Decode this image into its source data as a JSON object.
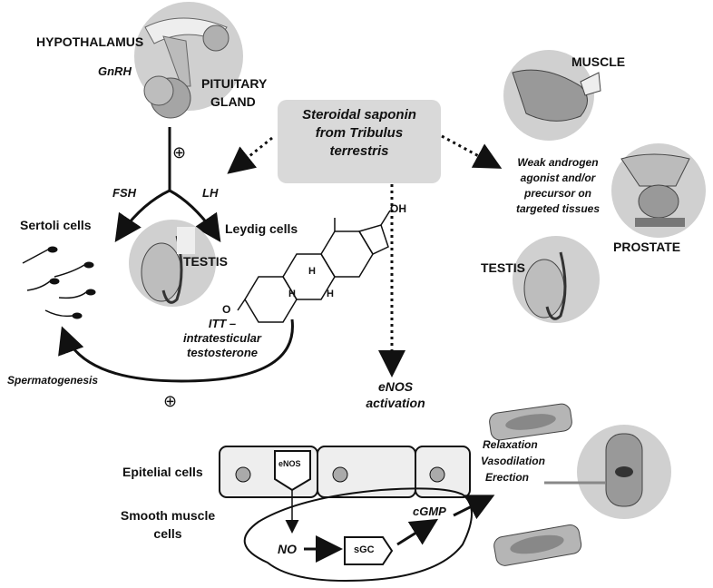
{
  "labels": {
    "hypothalamus": "HYPOTHALAMUS",
    "gnrh": "GnRH",
    "pituitary": "PITUITARY",
    "gland": "GLAND",
    "plus_top": "⊕",
    "fsh": "FSH",
    "lh": "LH",
    "sertoli": "Sertoli cells",
    "leydig": "Leydig cells",
    "testis_left": "TESTIS",
    "itt_line1": "ITT –",
    "itt_line2": "intratesticular",
    "itt_line3": "testosterone",
    "spermatogenesis": "Spermatogenesis",
    "plus_bottom": "⊕",
    "saponin_line1": "Steroidal saponin",
    "saponin_line2": "from Tribulus",
    "saponin_line3": "terrestris",
    "muscle": "MUSCLE",
    "weak_line1": "Weak androgen",
    "weak_line2": "agonist and/or",
    "weak_line3": "precursor on",
    "weak_line4": "targeted tissues",
    "prostate": "PROSTATE",
    "testis_right": "TESTIS",
    "enos_line1": "eNOS",
    "enos_line2": "activation",
    "epitelial": "Epitelial cells",
    "smooth_line1": "Smooth muscle",
    "smooth_line2": "cells",
    "enos_tag": "eNOS",
    "no": "NO",
    "sgc": "sGC",
    "cgmp": "cGMP",
    "relaxation": "Relaxation",
    "vasodilation": "Vasodilation",
    "erection": "Erection",
    "steroid_h1": "H",
    "steroid_h2": "H",
    "steroid_h3": "H",
    "steroid_o": "O",
    "steroid_oh": "OH"
  },
  "colors": {
    "box_fill": "#d9d9d9",
    "illustration_circle": "#d0d0d0",
    "line": "#111111"
  }
}
